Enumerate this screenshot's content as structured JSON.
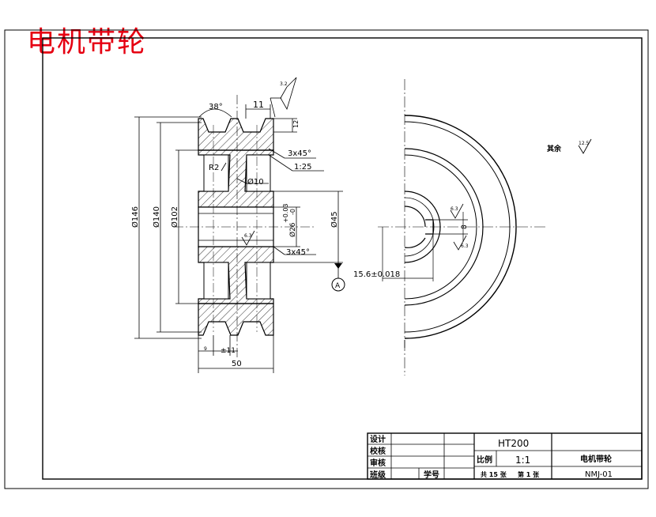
{
  "drawing_title": "电机带轮",
  "dims": {
    "groove_angle": "38°",
    "groove_width": "11",
    "groove_depth": "12",
    "rough_top": "3.2",
    "rough_hub": "6.3",
    "chamfer_top": "3x45°",
    "taper": "1:25",
    "radius": "R2",
    "hole": "Ø10",
    "d_outer": "Ø146",
    "d_pitch": "Ø140",
    "d_inner": "Ø102",
    "d_hub": "Ø45",
    "bore": "Ø26",
    "bore_tol_upper": "+0.03",
    "bore_tol_lower": "-0",
    "chamfer_bottom": "3x45°",
    "datum": "A",
    "pitch_left": "9",
    "pitch_mid": "±11",
    "width": "50"
  },
  "side_view": {
    "key_width": "8",
    "key_depth": "15.6±0.018",
    "rough_a": "6.3",
    "rough_b": "6.3"
  },
  "notes": {
    "rest_label": "其余",
    "rest_rough": "12.5"
  },
  "title_block": {
    "design": "设计",
    "check": "校核",
    "review": "审核",
    "class": "班级",
    "student_no": "学号",
    "material": "HT200",
    "scale_label": "比例",
    "scale": "1:1",
    "part_name": "电机带轮",
    "sheets": "共 15 张",
    "sheet_no": "第 1 张",
    "drawing_no": "NMJ-01"
  }
}
